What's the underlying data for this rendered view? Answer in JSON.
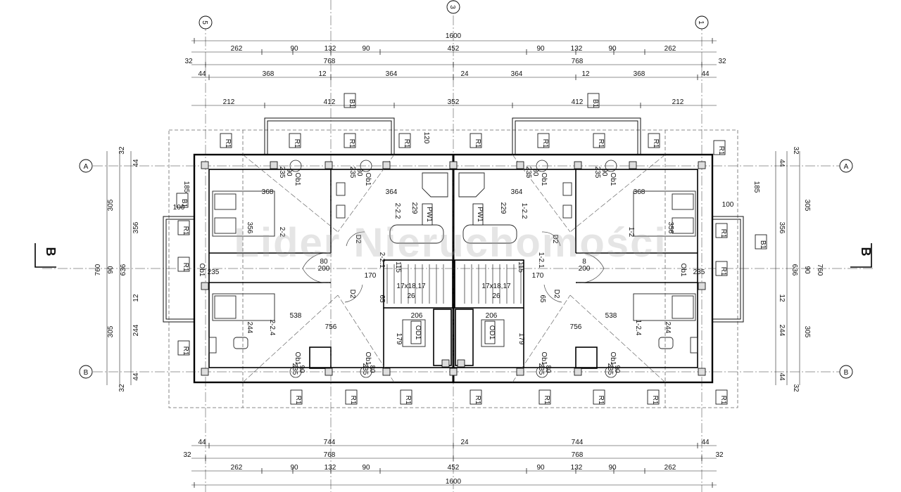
{
  "axes": {
    "top": [
      "5",
      "3",
      "1"
    ],
    "side": [
      "A",
      "B"
    ]
  },
  "dims_top": {
    "total": "1600",
    "row2": [
      "262",
      "90",
      "132",
      "90",
      "452",
      "90",
      "132",
      "90",
      "262"
    ],
    "row3": [
      "32",
      "768",
      "768",
      "32"
    ],
    "row4": [
      "44",
      "368",
      "12",
      "364",
      "24",
      "364",
      "12",
      "368",
      "44"
    ],
    "row5": [
      "212",
      "412",
      "352",
      "412",
      "212"
    ]
  },
  "dims_bottom": {
    "row1": [
      "44",
      "744",
      "24",
      "744",
      "44"
    ],
    "row2": [
      "32",
      "768",
      "768",
      "32"
    ],
    "row3": [
      "262",
      "90",
      "132",
      "90",
      "452",
      "90",
      "132",
      "90",
      "262"
    ],
    "total": "1600"
  },
  "dims_side": {
    "left": [
      "32",
      "44",
      "305",
      "356",
      "90",
      "12",
      "244",
      "305",
      "44",
      "32",
      "760",
      "636"
    ],
    "right": [
      "32",
      "44",
      "305",
      "356",
      "90",
      "12",
      "244",
      "305",
      "44",
      "32",
      "760",
      "636"
    ]
  },
  "section_marks": [
    "B",
    "B"
  ],
  "labels": {
    "r1": "R1",
    "b1": "B1",
    "pw1": "PW1",
    "od1": "OD1",
    "ob1": "Ob1",
    "d2": "D2",
    "room_left_top": "2-2",
    "room_left_bath": "2-2.2",
    "room_left_bottom": "2-2.4",
    "room_left_hall": "2-2.1",
    "room_right_top": "1-2",
    "room_right_bath": "1-2.2",
    "room_right_bottom": "1-2.4",
    "room_right_hall": "1-2.1",
    "stair_left": "17x18,17",
    "stair_right": "17x18,17",
    "window_90": "90",
    "window_235": "235",
    "window_80": "80",
    "dim_368": "368",
    "dim_364": "364",
    "dim_356": "356",
    "dim_229": "229",
    "dim_538": "538",
    "dim_756": "756",
    "dim_244": "244",
    "dim_206": "206",
    "dim_179": "179",
    "dim_26": "26",
    "dim_170": "170",
    "dim_115": "115",
    "dim_120": "120",
    "dim_185": "185",
    "dim_100": "100",
    "dim_200": "200",
    "dim_65": "65",
    "dim_8": "8"
  },
  "watermark": "Lider Nieruchomości"
}
